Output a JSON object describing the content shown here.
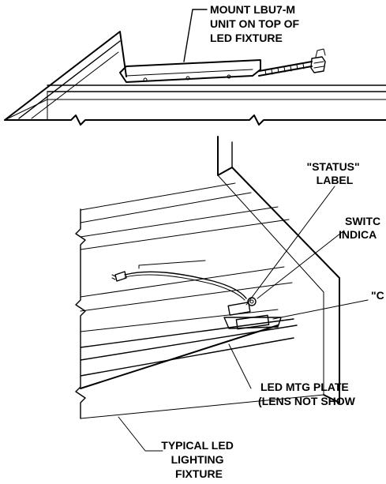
{
  "colors": {
    "ink": "#000000",
    "paper": "#ffffff",
    "wire": "#777777"
  },
  "callouts": {
    "mount": {
      "lines": [
        "MOUNT LBU7-M",
        "UNIT ON TOP OF",
        "LED FIXTURE"
      ]
    },
    "status_label": {
      "lines": [
        "\"STATUS\"",
        "LABEL"
      ]
    },
    "switch_indicator": {
      "lines": [
        "SWITC",
        "INDICA"
      ]
    },
    "third_label": {
      "lines": [
        "\"C"
      ]
    },
    "mtg_plate": {
      "lines": [
        "LED MTG PLATE",
        "(LENS NOT SHOW"
      ]
    },
    "fixture": {
      "lines": [
        "TYPICAL LED",
        "LIGHTING",
        "FIXTURE"
      ]
    }
  }
}
